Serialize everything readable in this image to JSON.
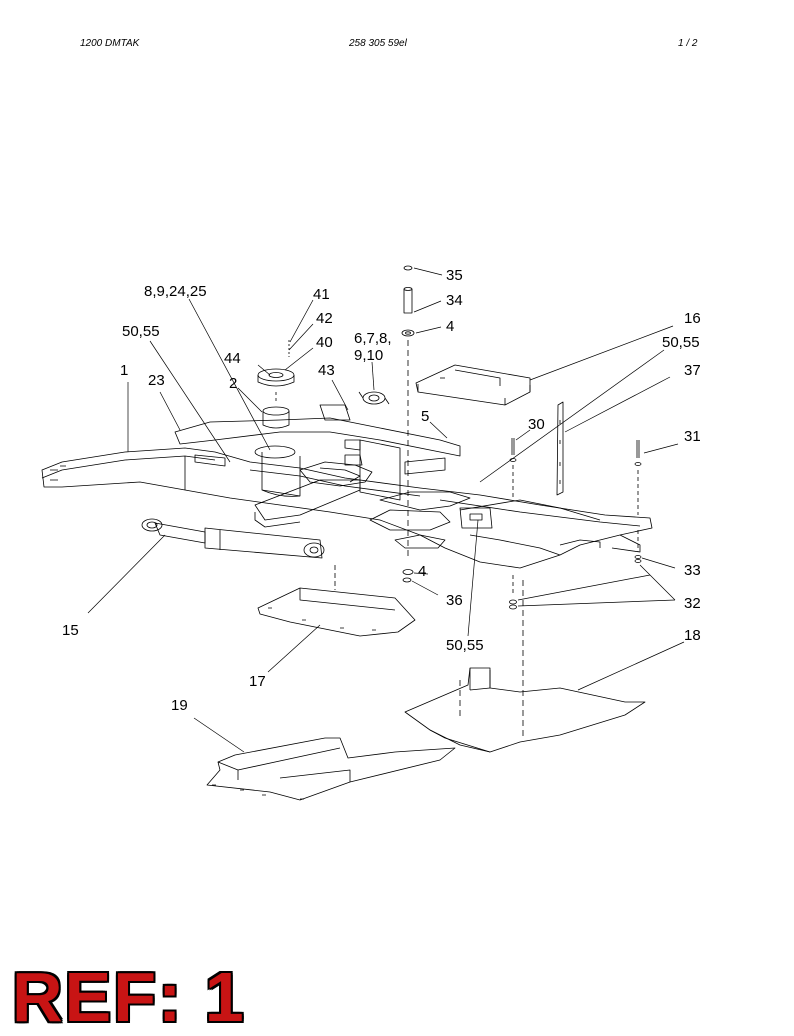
{
  "header": {
    "model": "1200   DMTAK",
    "drawing_number": "258 305 59el",
    "page": "1 /  2"
  },
  "callouts": {
    "c35": "35",
    "c34": "34",
    "c4a": "4",
    "c41": "41",
    "c42": "42",
    "c40": "40",
    "c8_9_24_25": "8,9,24,25",
    "c50_55a": "50,55",
    "c44": "44",
    "c1": "1",
    "c23": "23",
    "c2": "2",
    "c43": "43",
    "c6_7_8": "6,7,8,",
    "c9_10": "9,10",
    "c5": "5",
    "c16": "16",
    "c50_55b": "50,55",
    "c37": "37",
    "c30": "30",
    "c31": "31",
    "c33": "33",
    "c32": "32",
    "c4b": "4",
    "c36": "36",
    "c15": "15",
    "c50_55c": "50,55",
    "c17": "17",
    "c18": "18",
    "c19": "19"
  },
  "ref_label": "REF: 1",
  "colors": {
    "ref_fill": "#c81414",
    "ref_outline": "#000000",
    "line": "#000000"
  }
}
